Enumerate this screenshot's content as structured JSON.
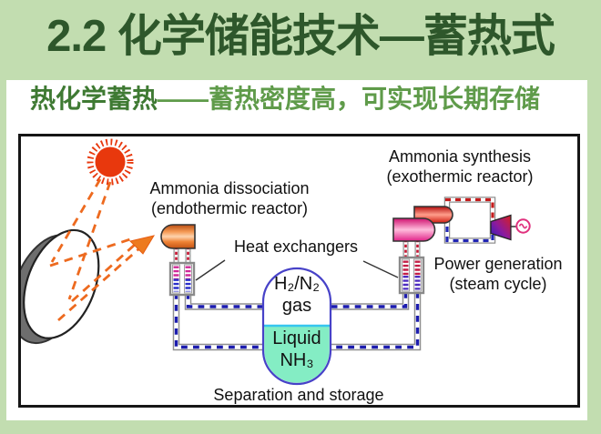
{
  "slide": {
    "title": "2.2 化学储能技术—蓄热式",
    "subtitle": {
      "emphasis": "热化学蓄热",
      "rest": "——蓄热密度高，可实现长期存储"
    }
  },
  "diagram": {
    "labels": {
      "dissociation_line1": "Ammonia dissociation",
      "dissociation_line2": "(endothermic reactor)",
      "heat_exchangers": "Heat exchangers",
      "synthesis_line1": "Ammonia synthesis",
      "synthesis_line2": "(exothermic reactor)",
      "power_line1": "Power generation",
      "power_line2": "(steam cycle)",
      "tank_gas_line1": "H₂/N₂",
      "tank_gas_line2": "gas",
      "tank_liquid_line1": "Liquid",
      "tank_liquid_line2": "NH₃",
      "separation": "Separation and storage"
    },
    "colors": {
      "slide_background": "#c2ddb0",
      "title_green": "#2e572b",
      "subtitle_green": "#5f9b4a",
      "sun_red": "#e8380d",
      "ray_orange": "#ed6a1f",
      "hot_pipe_dash": "#c41d1d",
      "cold_pipe_dash": "#1c1cae",
      "tank_border_blue": "#4742c8",
      "tank_divider_cyan": "#36c6ef",
      "liquid_nh3_fill": "#84edc4",
      "generator_pink": "#e0317e"
    }
  }
}
